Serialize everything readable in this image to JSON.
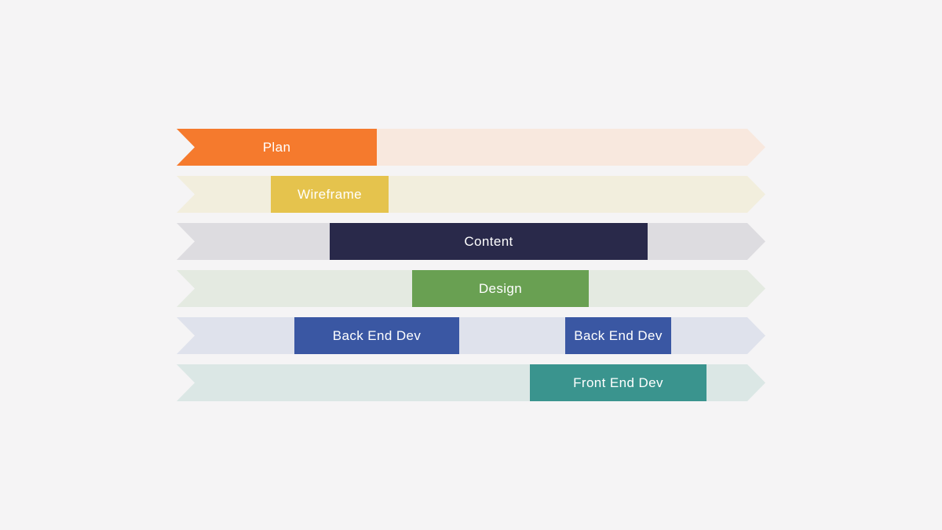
{
  "page": {
    "background": "#F5F4F5",
    "title": ""
  },
  "chart_data": {
    "type": "bar",
    "variant": "gantt-chevron-timeline",
    "orientation": "horizontal",
    "title": "",
    "xlabel": "",
    "ylabel": "",
    "axes_visible": false,
    "grid": false,
    "legend": "none",
    "label_color": "#FFFFFF",
    "timeline_range_pct": [
      0,
      100
    ],
    "rows": [
      {
        "name": "Plan",
        "track_color": "#F8E8DE",
        "segments": [
          {
            "label": "Plan",
            "color": "#F57A2D",
            "start_pct": 0,
            "end_pct": 34
          }
        ]
      },
      {
        "name": "Wireframe",
        "track_color": "#F2EEDD",
        "segments": [
          {
            "label": "Wireframe",
            "color": "#E5C34D",
            "start_pct": 16,
            "end_pct": 36
          }
        ]
      },
      {
        "name": "Content",
        "track_color": "#DDDCE0",
        "segments": [
          {
            "label": "Content",
            "color": "#29294A",
            "start_pct": 26,
            "end_pct": 80
          }
        ]
      },
      {
        "name": "Design",
        "track_color": "#E4EAE1",
        "segments": [
          {
            "label": "Design",
            "color": "#69A052",
            "start_pct": 40,
            "end_pct": 70
          }
        ]
      },
      {
        "name": "Back End Dev",
        "track_color": "#DFE2EC",
        "segments": [
          {
            "label": "Back End Dev",
            "color": "#3A57A3",
            "start_pct": 20,
            "end_pct": 48
          },
          {
            "label": "Back End Dev",
            "color": "#3A57A3",
            "start_pct": 66,
            "end_pct": 84
          }
        ]
      },
      {
        "name": "Front End Dev",
        "track_color": "#DBE7E5",
        "segments": [
          {
            "label": "Front End Dev",
            "color": "#3A948E",
            "start_pct": 60,
            "end_pct": 90
          }
        ]
      }
    ]
  }
}
